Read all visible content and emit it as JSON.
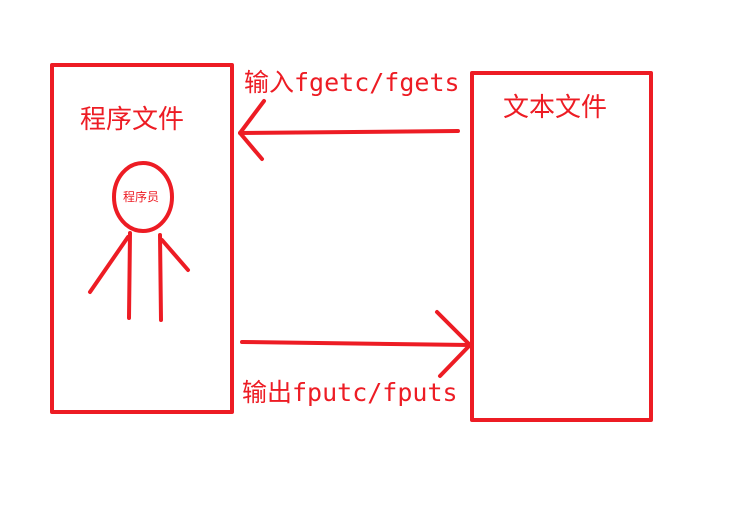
{
  "diagram": {
    "program_box": {
      "label": "程序文件",
      "figure_label": "程序员"
    },
    "text_box": {
      "label": "文本文件"
    },
    "arrows": {
      "input": {
        "label": "输入fgetc/fgets",
        "direction": "text-file-to-program-file"
      },
      "output": {
        "label": "输出fputc/fputs",
        "direction": "program-file-to-text-file"
      }
    },
    "colors": {
      "stroke": "#ed1c24",
      "background": "#ffffff"
    }
  }
}
